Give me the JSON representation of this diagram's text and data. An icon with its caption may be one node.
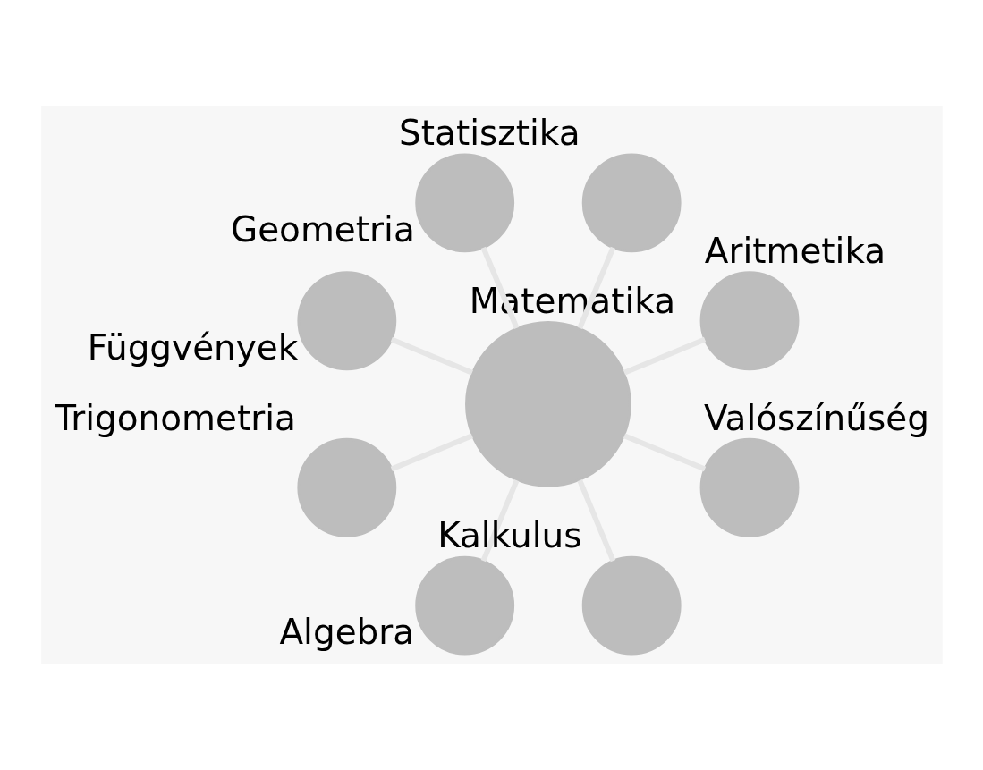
{
  "diagram": {
    "nodes": [
      {
        "text": [
          "Aritmetika"
        ]
      },
      {
        "text": [
          "Statisztika"
        ]
      },
      {
        "text": [
          "Geometria"
        ]
      },
      {
        "text": [
          "Függvények"
        ]
      },
      {
        "text": [
          "Matematika"
        ]
      },
      {
        "text": [
          "Trigonometria"
        ]
      },
      {
        "text": [
          "Algebra"
        ]
      },
      {
        "text": [
          "Kalkulus"
        ]
      },
      {
        "text": [
          "Valószínűség"
        ]
      }
    ],
    "edges": [
      {
        "from": 4,
        "to": 0,
        "arrow": "none"
      },
      {
        "from": 4,
        "to": 1,
        "arrow": "none"
      },
      {
        "from": 4,
        "to": 2,
        "arrow": "none"
      },
      {
        "from": 4,
        "to": 3,
        "arrow": "none"
      },
      {
        "from": 4,
        "to": 5,
        "arrow": "none"
      },
      {
        "from": 4,
        "to": 6,
        "arrow": "none"
      },
      {
        "from": 4,
        "to": 7,
        "arrow": "none"
      },
      {
        "from": 4,
        "to": 8,
        "arrow": "none"
      }
    ]
  }
}
